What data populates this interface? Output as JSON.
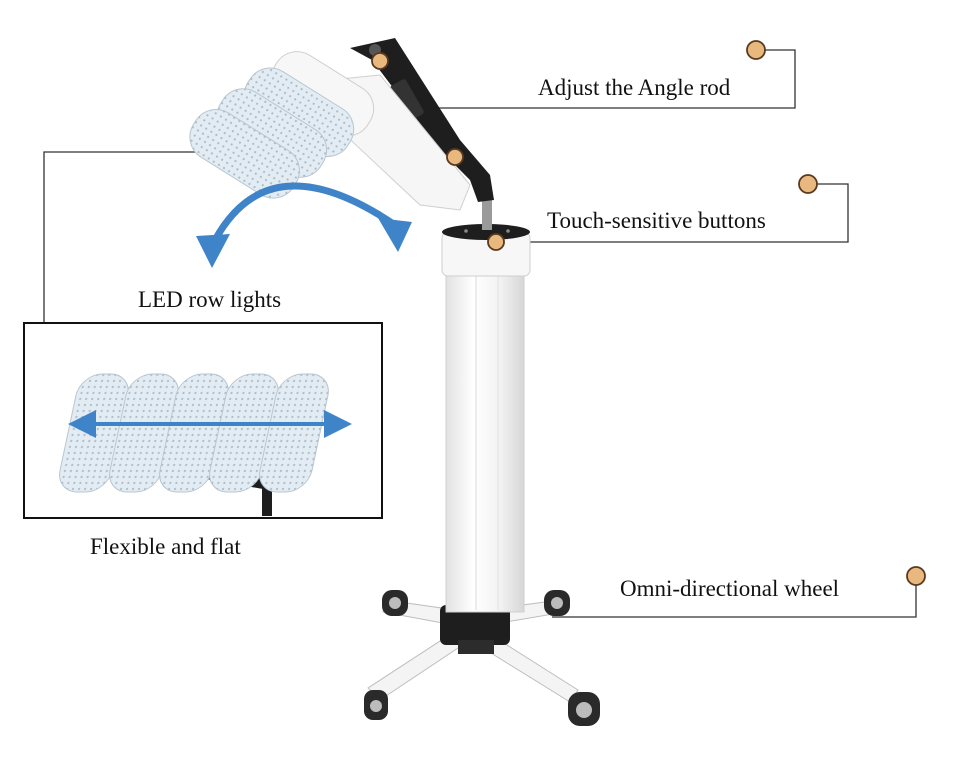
{
  "callouts": {
    "angle_rod": "Adjust the Angle rod",
    "touch_buttons": "Touch-sensitive buttons",
    "led_lights": "LED row lights",
    "flexible": "Flexible and flat",
    "wheel": "Omni-directional wheel"
  },
  "colors": {
    "callout_dot_fill": "#e9b87f",
    "callout_dot_stroke": "#5a3a1e",
    "arrow_blue": "#3f84c9",
    "arm_black": "#1e1e1e",
    "body_white": "#f4f4f4",
    "led_panel": "#d9e6f0"
  },
  "icons": {
    "rotate_arrow": "curved-double-arrow-icon",
    "flat_arrow": "horizontal-double-arrow-icon",
    "callout_marker": "circle-dot-icon"
  }
}
